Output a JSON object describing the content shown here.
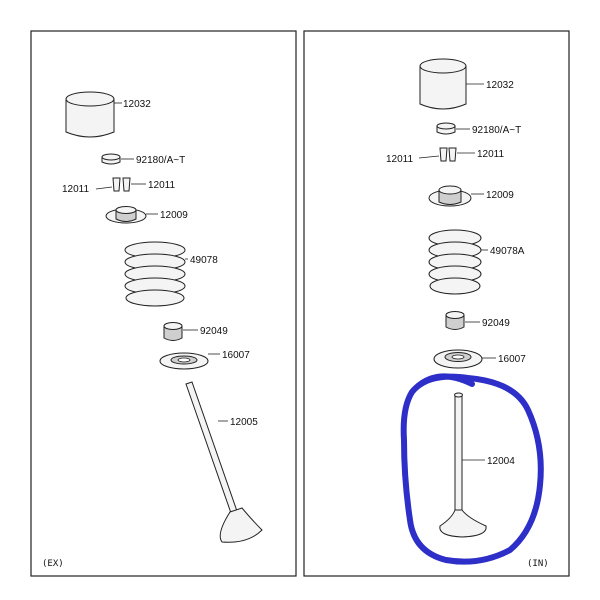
{
  "panels": {
    "exhaust": {
      "tag": "(EX)",
      "parts": {
        "tappet": "12032",
        "shim": "92180/A~T",
        "keeper_left": "12011",
        "keeper_right": "12011",
        "retainer": "12009",
        "spring": "49078",
        "stem_seal": "92049",
        "spring_seat": "16007",
        "valve": "12005"
      }
    },
    "intake": {
      "tag": "(IN)",
      "parts": {
        "tappet": "12032",
        "shim": "92180/A~T",
        "keeper_left": "12011",
        "keeper_right": "12011",
        "retainer": "12009",
        "spring": "49078A",
        "stem_seal": "92049",
        "spring_seat": "16007",
        "valve": "12004"
      }
    }
  },
  "annotation": {
    "color": "#2e2ec8"
  }
}
